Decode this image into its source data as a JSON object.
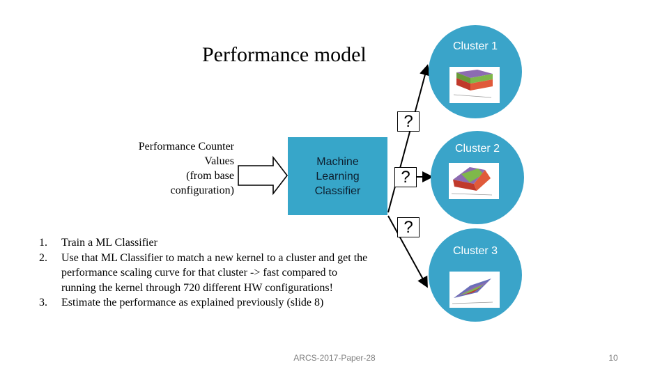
{
  "title": "Performance model",
  "counters": {
    "lines": [
      "Performance Counter",
      "Values",
      "(from base",
      "configuration)"
    ]
  },
  "classifier": {
    "label": "Machine Learning Classifier"
  },
  "questions": [
    "?",
    "?",
    "?"
  ],
  "clusters": [
    {
      "label": "Cluster 1"
    },
    {
      "label": "Cluster 2"
    },
    {
      "label": "Cluster 3"
    }
  ],
  "steps": [
    {
      "num": "1.",
      "text": "Train a ML Classifier"
    },
    {
      "num": "2.",
      "text": "Use that ML Classifier to match a new kernel to a cluster and get the performance scaling curve for that cluster -> fast compared to running the kernel through 720 different HW configurations!"
    },
    {
      "num": "3.",
      "text": "Estimate the performance as explained previously (slide 8)"
    }
  ],
  "footer": "ARCS-2017-Paper-28",
  "page_number": "10",
  "colors": {
    "accent": "#37a6c9",
    "circle": "#3aa4c9"
  }
}
